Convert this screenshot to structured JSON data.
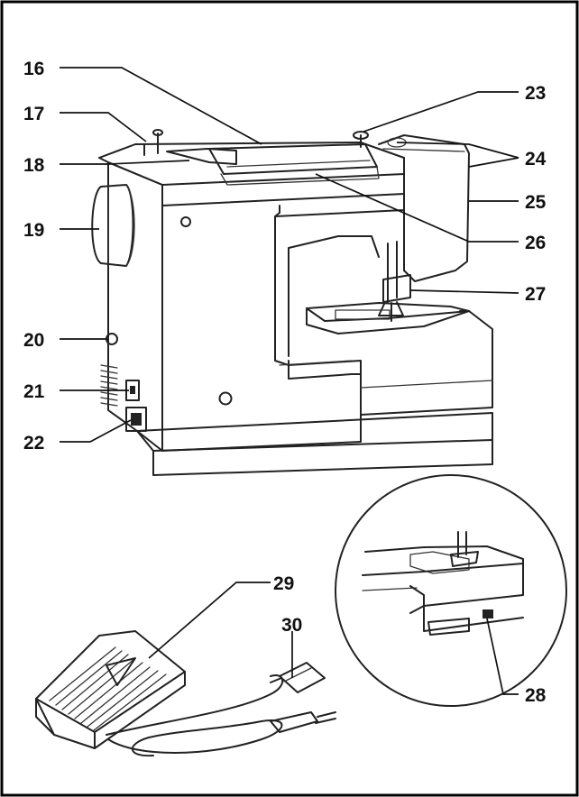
{
  "labels": {
    "l16": "16",
    "l17": "17",
    "l18": "18",
    "l19": "19",
    "l20": "20",
    "l21": "21",
    "l22": "22",
    "l23": "23",
    "l24": "24",
    "l25": "25",
    "l26": "26",
    "l27": "27",
    "l28": "28",
    "l29": "29",
    "l30": "30"
  }
}
